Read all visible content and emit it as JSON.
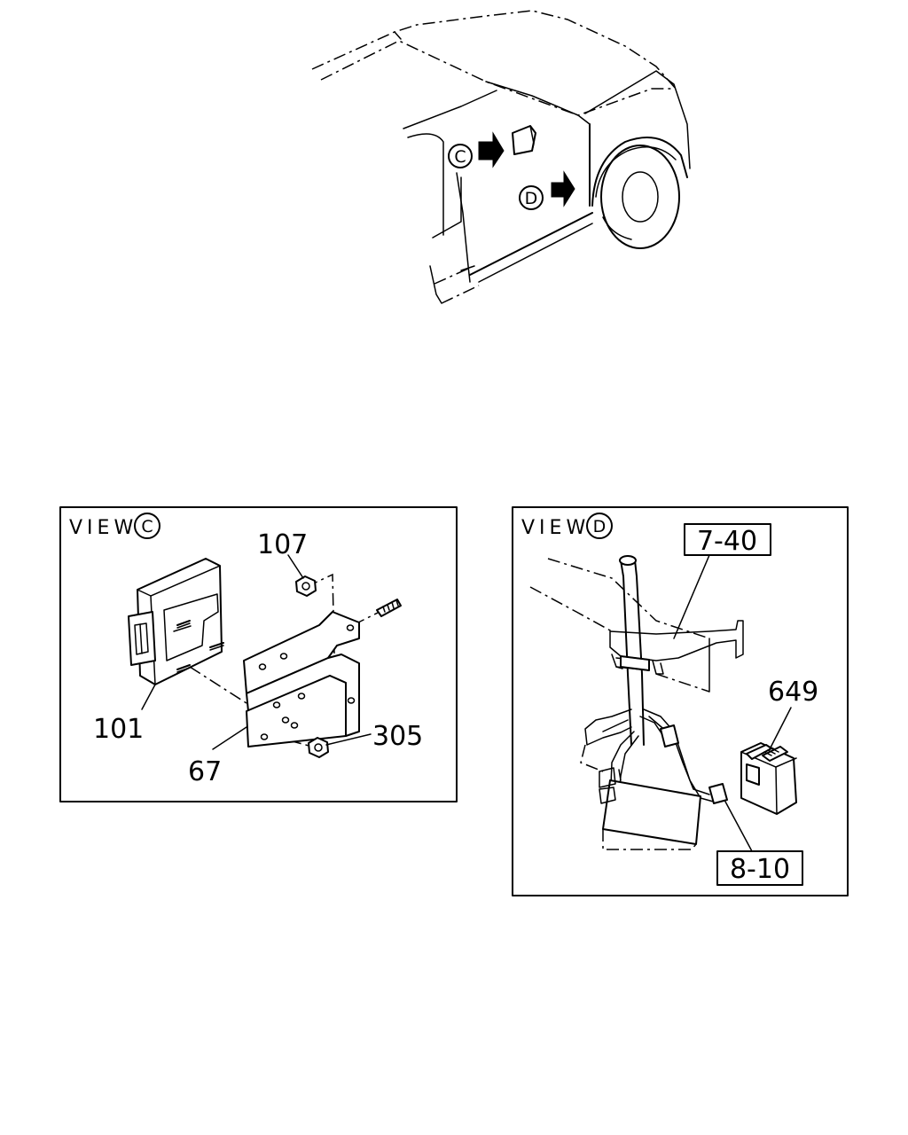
{
  "overview": {
    "marker_c": "C",
    "marker_d": "D"
  },
  "view_c": {
    "view_word": "VIEW",
    "view_letter": "C",
    "callouts": {
      "ecu": "101",
      "bracket": "67",
      "nut_top": "107",
      "nut_bottom": "305"
    }
  },
  "view_d": {
    "view_word": "VIEW",
    "view_letter": "D",
    "callouts": {
      "harness_ref": "7-40",
      "relay": "649",
      "connector_ref": "8-10"
    }
  }
}
